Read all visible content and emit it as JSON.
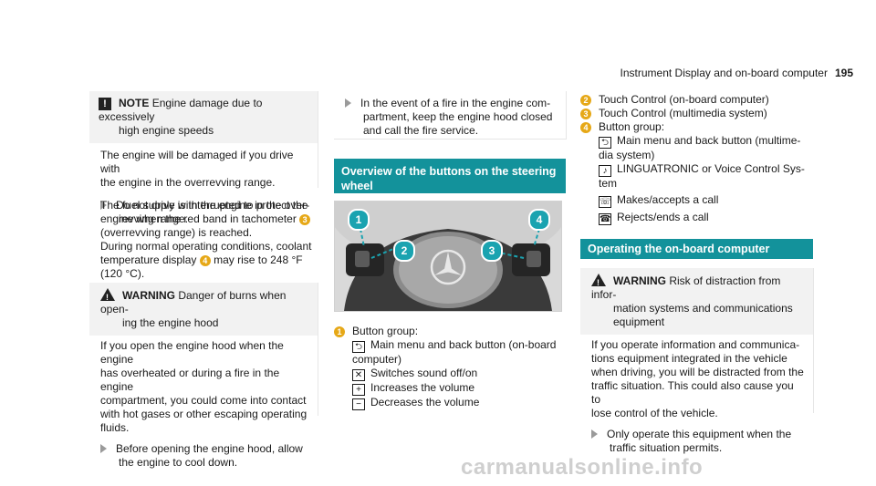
{
  "header": {
    "title": "Instrument Display and on-board computer",
    "page_number": "195"
  },
  "note": {
    "label": "NOTE",
    "title_line1": "Engine damage due to excessively",
    "title_line2": "high engine speeds",
    "body_line1": "The engine will be damaged if you drive with",
    "body_line2": "the engine in the overrevving range.",
    "step_line1": "Do not drive with the engine in the over-",
    "step_line2": "revving range."
  },
  "fuel_text": {
    "line1": "The fuel supply is interrupted to protect the",
    "line2a": "engine when the red band in tachometer",
    "line2_num": "3",
    "line3": "(overrevving range) is reached.",
    "line4": "During normal operating conditions, coolant",
    "line5a": "temperature display",
    "line5_num": "4",
    "line5b": "may rise to 248 °F",
    "line6": "(120 °C)."
  },
  "warning_hood": {
    "label": "WARNING",
    "title_line1": "Danger of burns when open-",
    "title_line2": "ing the engine hood",
    "body_lines": [
      "If you open the engine hood when the engine",
      "has overheated or during a fire in the engine",
      "compartment, you could come into contact",
      "with hot gases or other escaping operating",
      "fluids."
    ],
    "step_line1": "Before opening the engine hood, allow",
    "step_line2": "the engine to cool down."
  },
  "fire_step": {
    "line1": "In the event of a fire in the engine com-",
    "line2": "partment, keep the engine hood closed",
    "line3": "and call the fire service."
  },
  "overview": {
    "heading_line1": "Overview of the buttons on the steering",
    "heading_line2": "wheel",
    "callouts": [
      "1",
      "2",
      "3",
      "4"
    ]
  },
  "legend_left": {
    "item1_num": "1",
    "item1_title": "Button group:",
    "item1_lines": [
      {
        "icon": "⮌",
        "icon_name": "back-icon",
        "text_a": "Main menu and back button (on-board",
        "text_b": "computer)"
      },
      {
        "icon": "✕",
        "icon_name": "mute-icon",
        "text_a": "Switches sound off/on",
        "text_b": ""
      },
      {
        "icon": "+",
        "icon_name": "plus-icon",
        "text_a": "Increases the volume",
        "text_b": ""
      },
      {
        "icon": "−",
        "icon_name": "minus-icon",
        "text_a": "Decreases the volume",
        "text_b": ""
      }
    ]
  },
  "legend_right": {
    "item2_num": "2",
    "item2_text": "Touch Control (on-board computer)",
    "item3_num": "3",
    "item3_text": "Touch Control (multimedia system)",
    "item4_num": "4",
    "item4_title": "Button group:",
    "item4_lines": [
      {
        "icon": "⮌",
        "icon_name": "back-icon",
        "text_a": "Main menu and back button (multime-",
        "text_b": "dia system)"
      },
      {
        "icon": "♪",
        "icon_name": "voice-control-icon",
        "text_a": "LINGUATRONIC or Voice Control Sys-",
        "text_b": "tem"
      },
      {
        "icon": "☏",
        "icon_name": "accept-call-icon",
        "text_a": "Makes/accepts a call",
        "text_b": ""
      },
      {
        "icon": "☎",
        "icon_name": "end-call-icon",
        "text_a": "Rejects/ends a call",
        "text_b": ""
      }
    ]
  },
  "onboard": {
    "heading": "Operating the on-board computer",
    "warning_label": "WARNING",
    "warning_title_line1": "Risk of distraction from infor-",
    "warning_title_line2": "mation systems and communications",
    "warning_title_line3": "equipment",
    "body_lines": [
      "If you operate information and communica-",
      "tions equipment integrated in the vehicle",
      "when driving, you will be distracted from the",
      "traffic situation. This could also cause you to",
      "lose control of the vehicle."
    ],
    "step_line1": "Only operate this equipment when the",
    "step_line2": "traffic situation permits."
  },
  "watermark": "carmanualsonline.info",
  "colors": {
    "accent_teal": "#13929b",
    "callout_teal": "#1aa3b0",
    "number_badge": "#e6a817"
  }
}
